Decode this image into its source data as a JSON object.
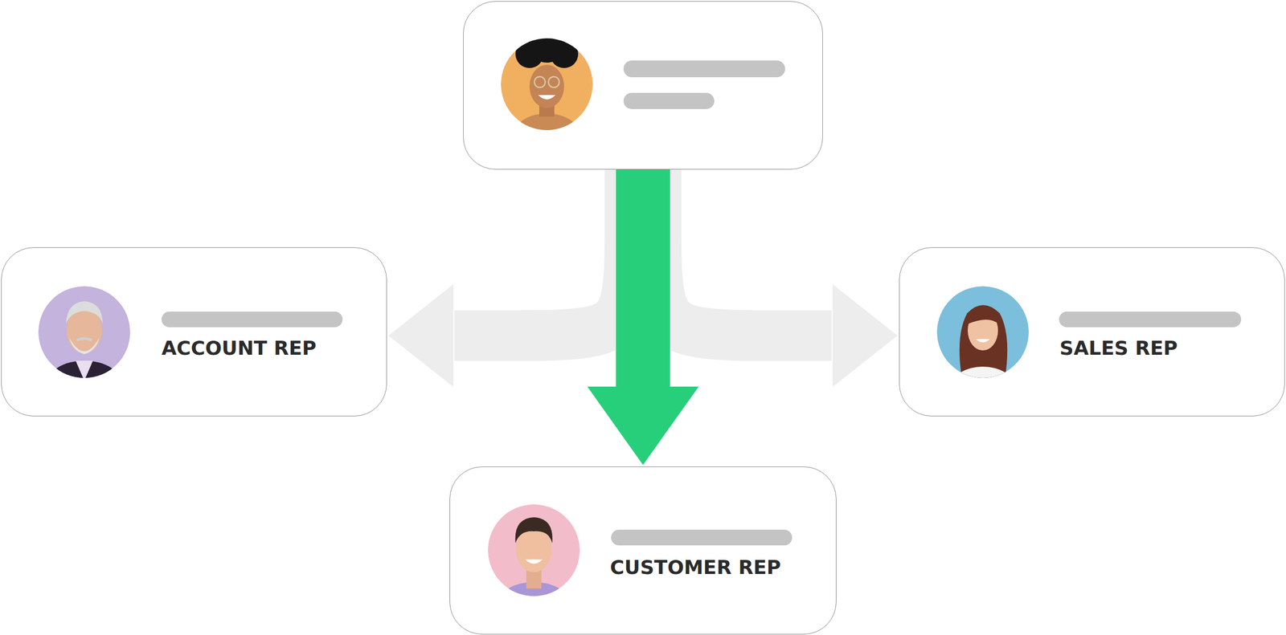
{
  "diagram": {
    "nodes": [
      {
        "text": []
      },
      {
        "text": [
          "ACCOUNT REP"
        ]
      },
      {
        "text": [
          "SALES REP"
        ]
      },
      {
        "text": [
          "CUSTOMER REP"
        ]
      }
    ],
    "edges": [
      {
        "from": 0,
        "to": 1,
        "arrow": "to"
      },
      {
        "from": 0,
        "to": 2,
        "arrow": "to"
      },
      {
        "from": 0,
        "to": 3,
        "arrow": "to"
      }
    ]
  }
}
